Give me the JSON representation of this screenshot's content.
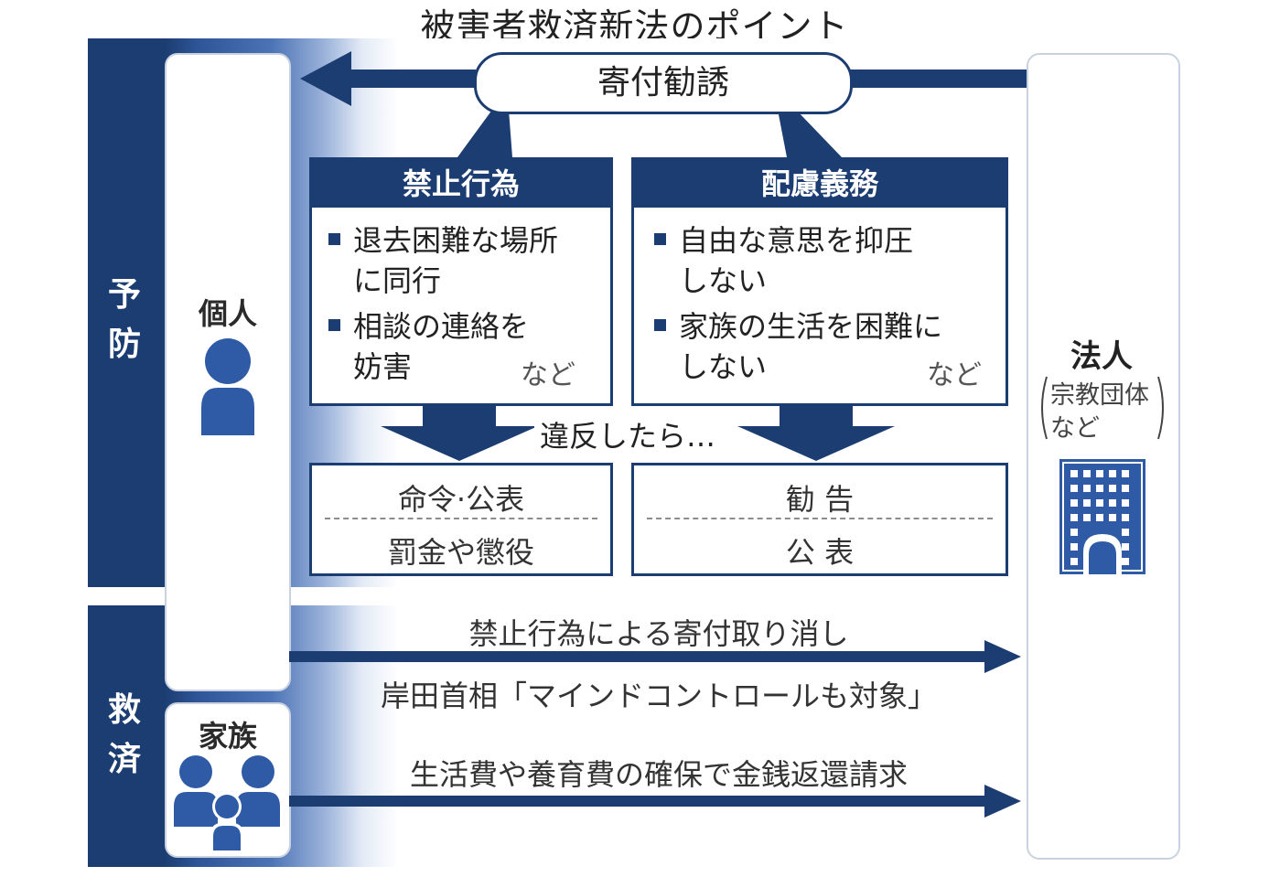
{
  "title": "被害者救済新法のポイント",
  "sides": {
    "prevention": "予防",
    "relief": "救済"
  },
  "actors": {
    "individual": "個人",
    "family": "家族",
    "corporation": "法人",
    "corporation_note_line1": "宗教団体",
    "corporation_note_line2": "など"
  },
  "solicitation": "寄付勧誘",
  "prohibited": {
    "heading": "禁止行為",
    "items": [
      [
        "退去困難な場所",
        "に同行"
      ],
      [
        "相談の連絡を",
        "妨害"
      ]
    ],
    "etc": "など"
  },
  "duty": {
    "heading": "配慮義務",
    "items": [
      [
        "自由な意思を抑圧",
        "しない"
      ],
      [
        "家族の生活を困難に",
        "しない"
      ]
    ],
    "etc": "など"
  },
  "violation": "違反したら…",
  "penalties_prohibited": {
    "top": "命令·公表",
    "bottom": "罰金や懲役"
  },
  "penalties_duty": {
    "top": "勧 告",
    "bottom": "公 表"
  },
  "relief_arrows": {
    "cancel_label": "禁止行為による寄付取り消し",
    "pm_note": "岸田首相「マインドコントロールも対象」",
    "family_label": "生活費や養育費の確保で金銭返還請求"
  },
  "colors": {
    "navy": "#1c3d72",
    "person": "#2f5ba6"
  }
}
